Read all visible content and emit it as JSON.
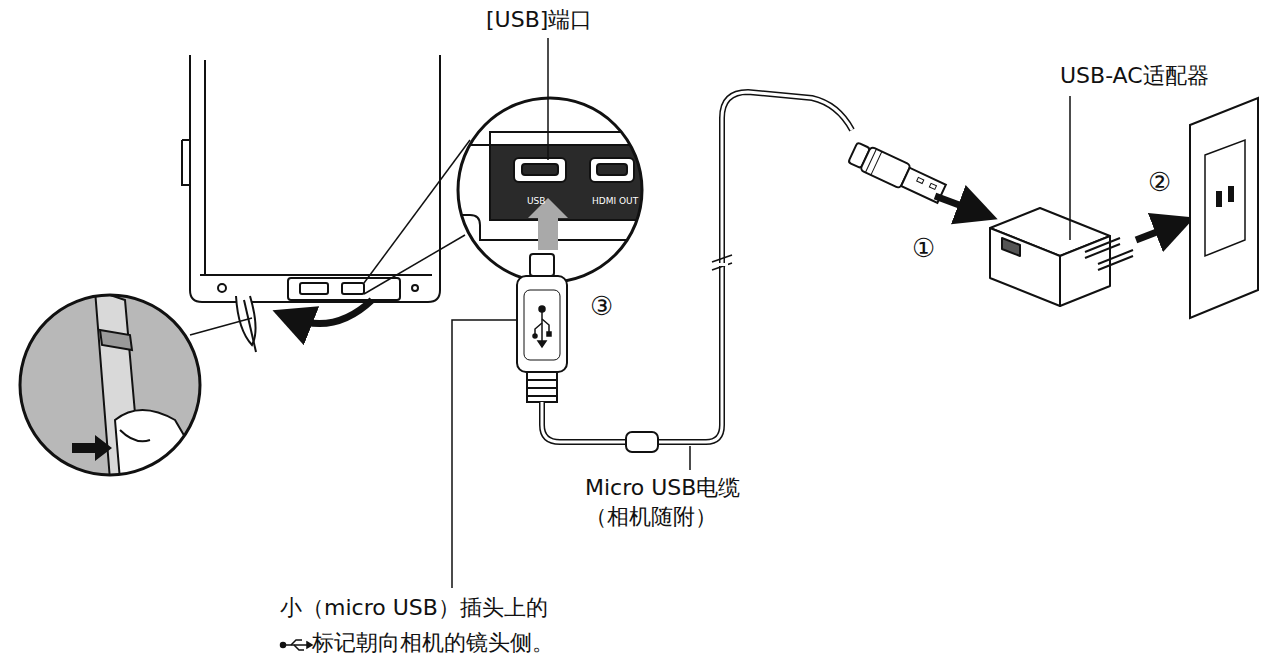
{
  "diagram": {
    "labels": [
      "[USB]端口",
      "USB-AC适配器",
      "②",
      "①",
      "USB",
      "HDMI OUT",
      "③",
      "Micro USB电缆 （相机随附）",
      "小（micro USB）插头上的",
      "标记朝向相机的镜头侧。"
    ]
  }
}
